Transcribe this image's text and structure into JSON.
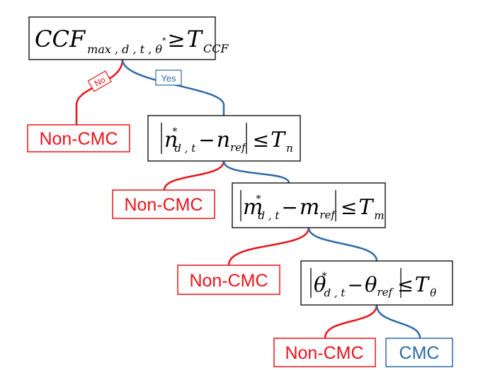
{
  "colors": {
    "no_branch": "#e8141b",
    "yes_branch": "#2e6aa8",
    "box_border": "#000000"
  },
  "decision_1": {
    "main": "CCF",
    "subscript": "max , d , t , θ",
    "superscript": "*",
    "relation": "≥",
    "threshold": "T",
    "threshold_sub": "CCF"
  },
  "branch_labels": {
    "no": "No",
    "yes": "Yes"
  },
  "decision_2": {
    "var": "n",
    "var_sup": "*",
    "var_sub": "d , t",
    "minus": "−",
    "ref": "n",
    "ref_sub": "ref",
    "relation": "≤",
    "threshold": "T",
    "threshold_sub": "n"
  },
  "decision_3": {
    "var": "m",
    "var_sup": "*",
    "var_sub": "d , t",
    "minus": "−",
    "ref": "m",
    "ref_sub": "ref",
    "relation": "≤",
    "threshold": "T",
    "threshold_sub": "m"
  },
  "decision_4": {
    "var": "θ",
    "var_sup": "*",
    "var_sub": "d , t",
    "minus": "−",
    "ref": "θ",
    "ref_sub": "ref",
    "relation": "≤",
    "threshold": "T",
    "threshold_sub": "θ"
  },
  "outcomes": {
    "non_cmc_1": "Non-CMC",
    "non_cmc_2": "Non-CMC",
    "non_cmc_3": "Non-CMC",
    "non_cmc_4": "Non-CMC",
    "cmc": "CMC"
  }
}
